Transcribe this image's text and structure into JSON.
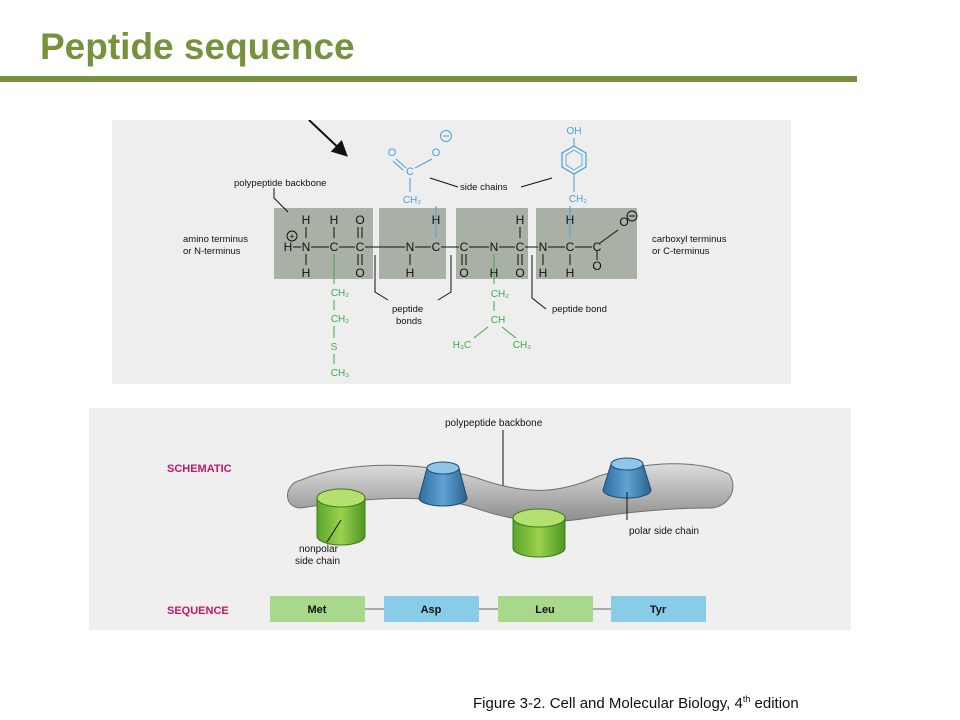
{
  "slide": {
    "title": "Peptide sequence",
    "accent_color": "#76923c"
  },
  "structure_diagram": {
    "label_polypeptide_backbone": "polypeptide backbone",
    "label_side_chains": "side chains",
    "label_amino_terminus": "amino terminus",
    "label_n_terminus": "or N-terminus",
    "label_carboxyl_terminus": "carboxyl terminus",
    "label_c_terminus": "or C-terminus",
    "label_peptide_bonds_1": "peptide",
    "label_peptide_bonds_2": "bonds",
    "label_peptide_bond": "peptide bond",
    "side_chain_color": "#4a9fd8",
    "nonpolar_chain_color": "#3aaa4e",
    "backbone_box_color": "#a9b0a6"
  },
  "schematic_diagram": {
    "label_schematic": "SCHEMATIC",
    "label_sequence": "SEQUENCE",
    "label_polypeptide_backbone": "polypeptide backbone",
    "label_nonpolar_1": "nonpolar",
    "label_nonpolar_2": "side chain",
    "label_polar": "polar side chain",
    "residues": [
      {
        "name": "Met",
        "color": "#a8d88a"
      },
      {
        "name": "Asp",
        "color": "#88cce8"
      },
      {
        "name": "Leu",
        "color": "#a8d88a"
      },
      {
        "name": "Tyr",
        "color": "#88cce8"
      }
    ],
    "label_color": "#c0186a"
  },
  "caption": {
    "prefix": "Figure 3-2. Cell and Molecular Biology, 4",
    "superscript": "th",
    "suffix": " edition"
  }
}
